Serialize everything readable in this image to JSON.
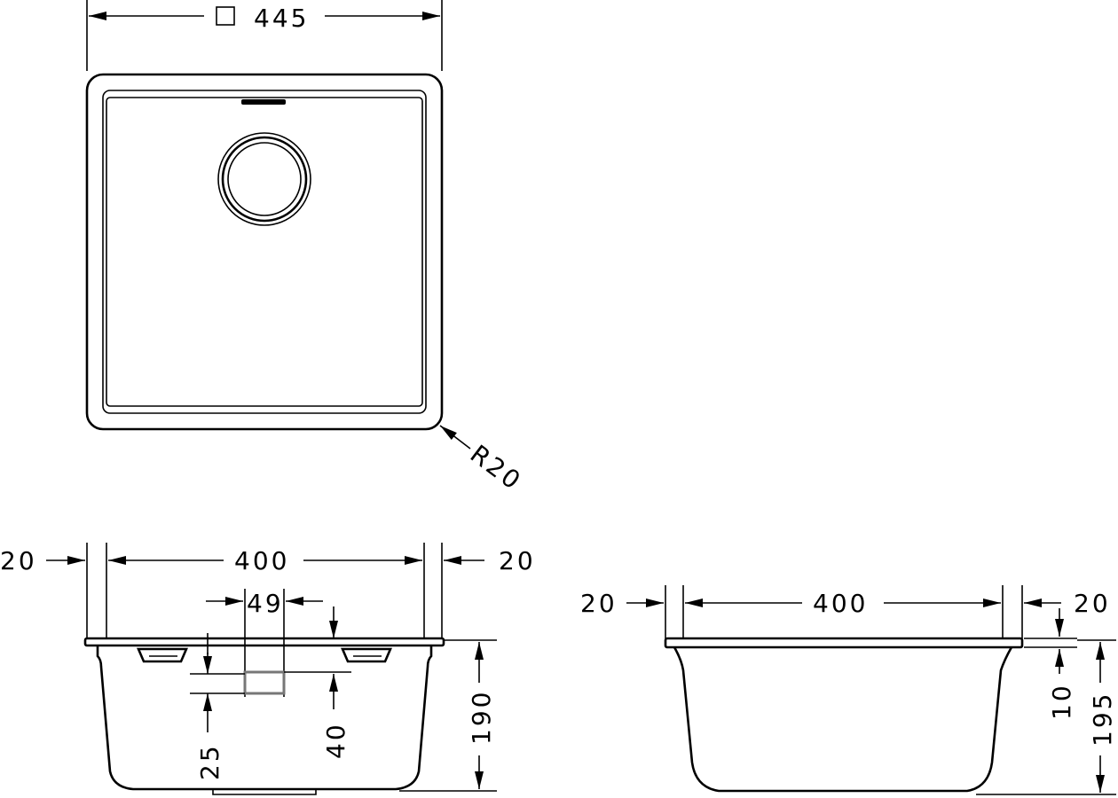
{
  "top_view": {
    "overall": "445",
    "corner_radius": "R20"
  },
  "front_view": {
    "left_margin": "20",
    "inner_width": "400",
    "right_margin": "20",
    "drain_offset": "49",
    "height": "190",
    "overflow_height": "25",
    "overflow_depth": "40"
  },
  "side_view": {
    "left_margin": "20",
    "inner_width": "400",
    "right_margin": "20",
    "rim": "10",
    "height": "195"
  }
}
